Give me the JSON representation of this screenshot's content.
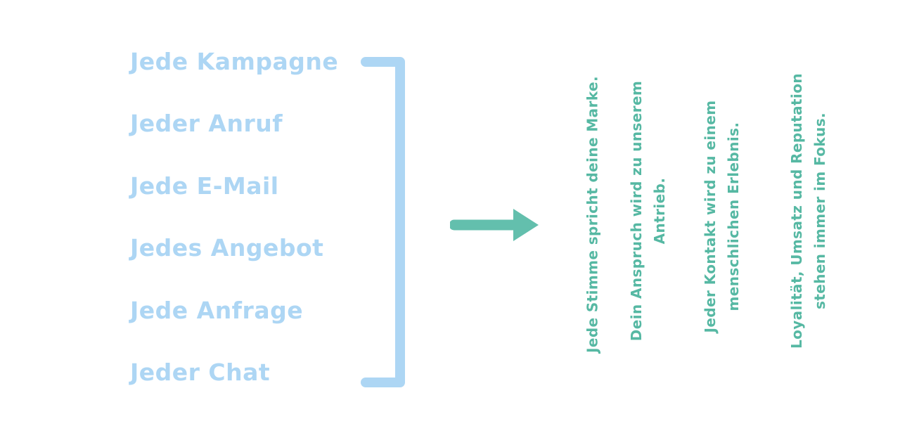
{
  "colors": {
    "light_blue": "#ADD6F4",
    "teal_text": "#56B8A3",
    "teal_arrow": "#63BFAD"
  },
  "left_list": {
    "items": [
      {
        "label": "Jede Kampagne"
      },
      {
        "label": "Jeder Anruf"
      },
      {
        "label": "Jede E-Mail"
      },
      {
        "label": "Jedes Angebot"
      },
      {
        "label": "Jede Anfrage"
      },
      {
        "label": "Jeder Chat"
      }
    ]
  },
  "right_list": {
    "items": [
      {
        "text": "Jede Stimme spricht deine Marke."
      },
      {
        "text": "Dein Anspruch wird zu unserem Antrieb."
      },
      {
        "text": "Jeder Kontakt wird zu einem menschlichen Erlebnis."
      },
      {
        "text": "Loyalität, Umsatz und Reputation stehen immer im Fokus."
      }
    ]
  },
  "icons": {
    "bracket": "right-bracket-grouping",
    "arrow": "arrow-right"
  }
}
